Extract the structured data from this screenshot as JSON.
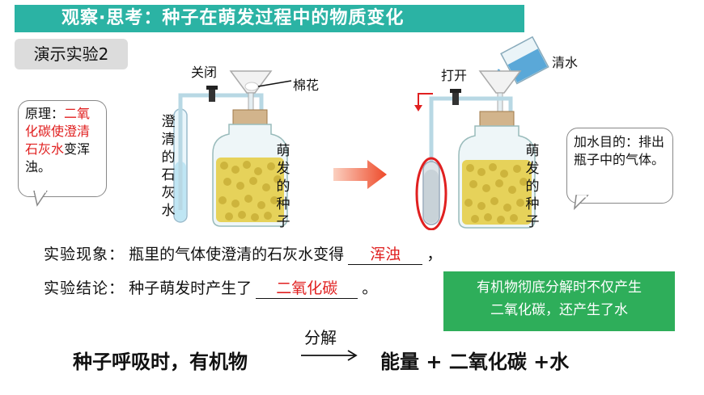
{
  "title": "观察·思考：种子在萌发过程中的物质变化",
  "demo_tag": "演示实验2",
  "principle": {
    "prefix": "原理：",
    "red_part": "二氧化碳使澄清石灰水",
    "suffix": "变浑浊。"
  },
  "purpose_note": "加水目的：排出瓶子中的气体。",
  "left_apparatus": {
    "valve_label": "关闭",
    "cotton_label": "棉花",
    "limewater_label": "澄清的石灰水",
    "seeds_label": "萌发的种子"
  },
  "right_apparatus": {
    "valve_label": "打开",
    "water_label": "清水",
    "seeds_label": "萌发的种子"
  },
  "phenomenon": {
    "label": "实验现象：",
    "text": "瓶里的气体使澄清的石灰水变得",
    "answer": "浑浊",
    "end": "，"
  },
  "conclusion": {
    "label": "实验结论：",
    "text": "种子萌发时产生了",
    "answer": "二氧化碳",
    "end": "。"
  },
  "green_note": {
    "line1": "有机物彻底分解时不仅产生",
    "line2": "二氧化碳，还产生了水"
  },
  "equation": {
    "left": "种子呼吸时，有机物",
    "arrow_label": "分解",
    "right": "能量 + 二氧化碳 +水"
  },
  "colors": {
    "title_bg": "#2bb3a4",
    "answer_red": "#e02020",
    "note_green": "#2eae5a"
  }
}
